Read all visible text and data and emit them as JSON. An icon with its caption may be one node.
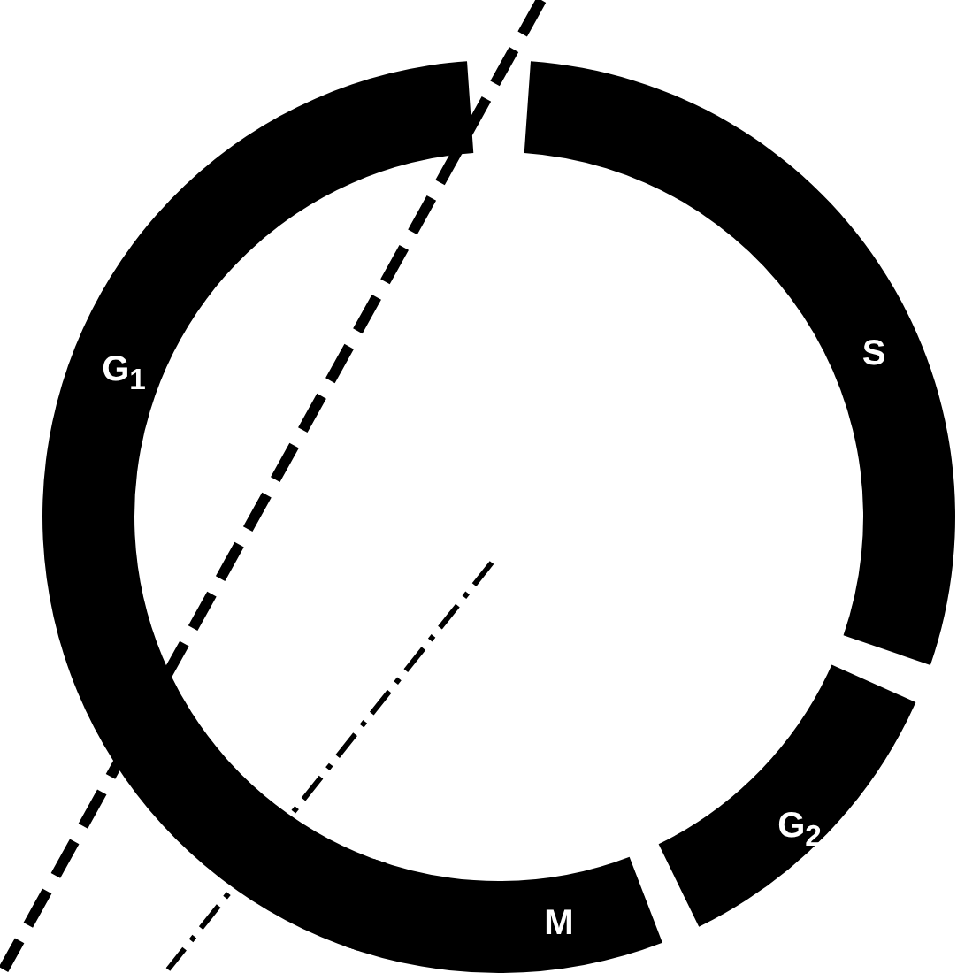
{
  "diagram": {
    "nodes": [
      {
        "text": [
          "G$_{1}$"
        ]
      },
      {
        "text": [
          "S"
        ]
      },
      {
        "text": [
          "G$_{2}$"
        ]
      },
      {
        "text": [
          "M"
        ]
      }
    ]
  }
}
